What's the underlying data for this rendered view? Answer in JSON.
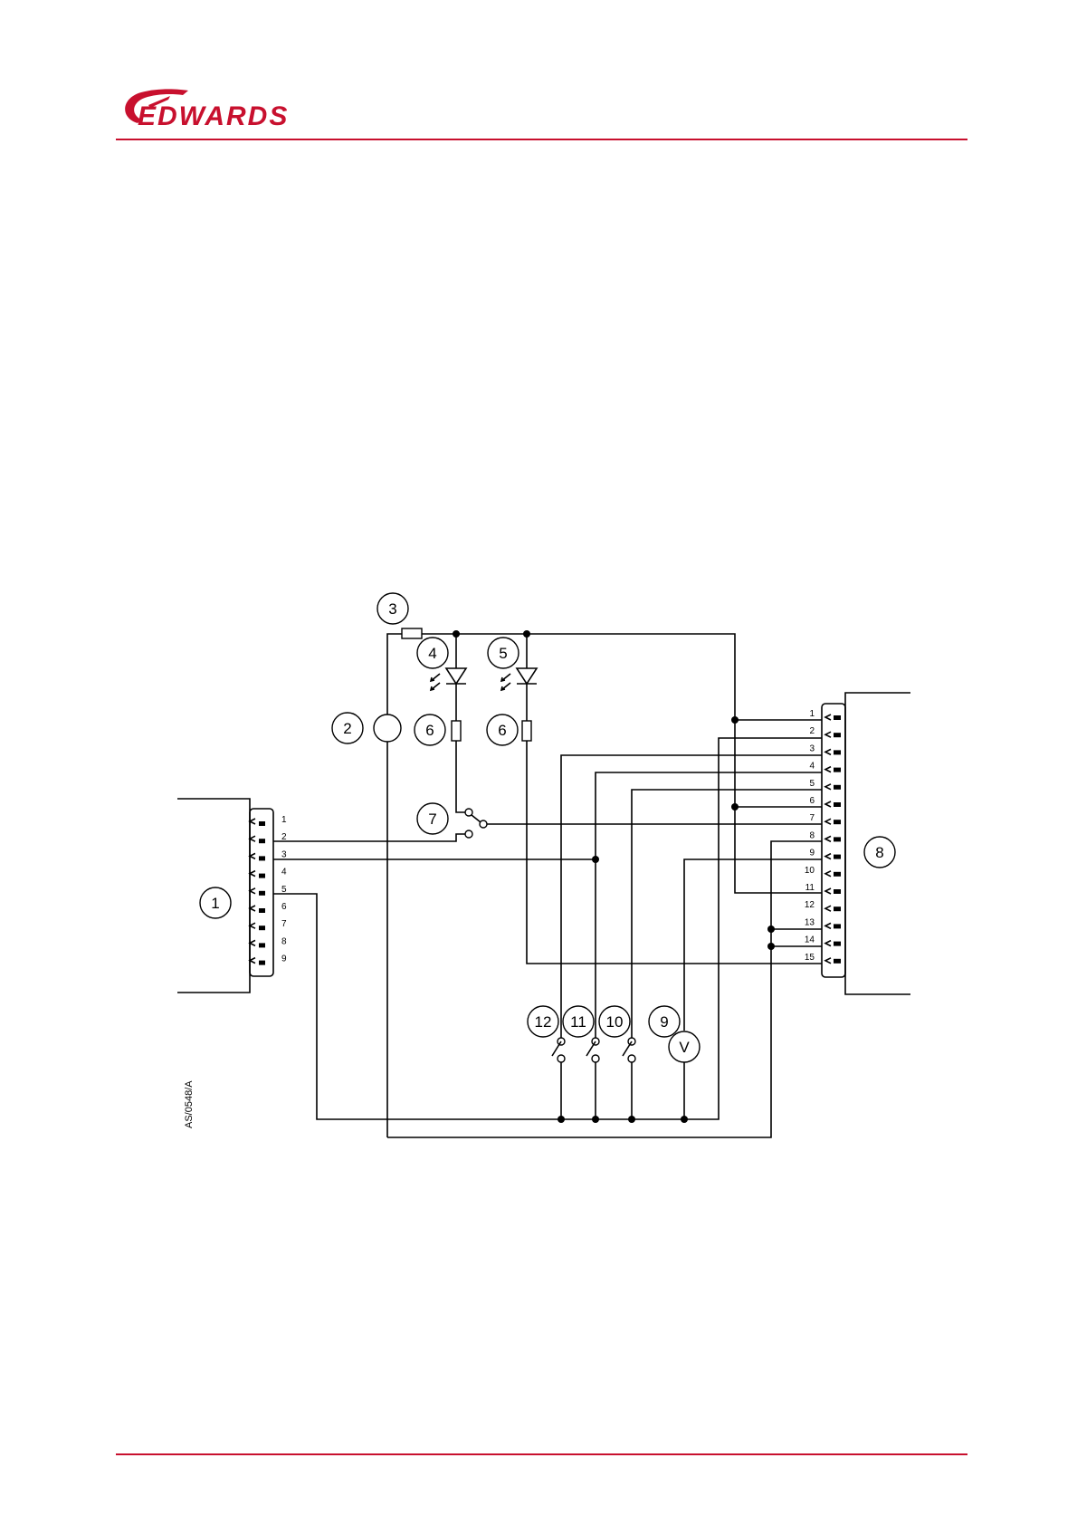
{
  "header": {
    "logo_text": "EDWARDS",
    "brand_color": "#c8102e"
  },
  "diagram": {
    "drawing_ref": "AS/0548/A",
    "callouts": {
      "c1": "1",
      "c2": "2",
      "c3": "3",
      "c4": "4",
      "c5": "5",
      "c6a": "6",
      "c6b": "6",
      "c7": "7",
      "c8": "8",
      "c9": "9",
      "c10": "10",
      "c11": "11",
      "c12": "12"
    },
    "voltmeter_label": "V",
    "left_connector_pins": [
      "1",
      "2",
      "3",
      "4",
      "5",
      "6",
      "7",
      "8",
      "9"
    ],
    "right_connector_pins": [
      "1",
      "2",
      "3",
      "4",
      "5",
      "6",
      "7",
      "8",
      "9",
      "10",
      "11",
      "12",
      "13",
      "14",
      "15"
    ]
  }
}
